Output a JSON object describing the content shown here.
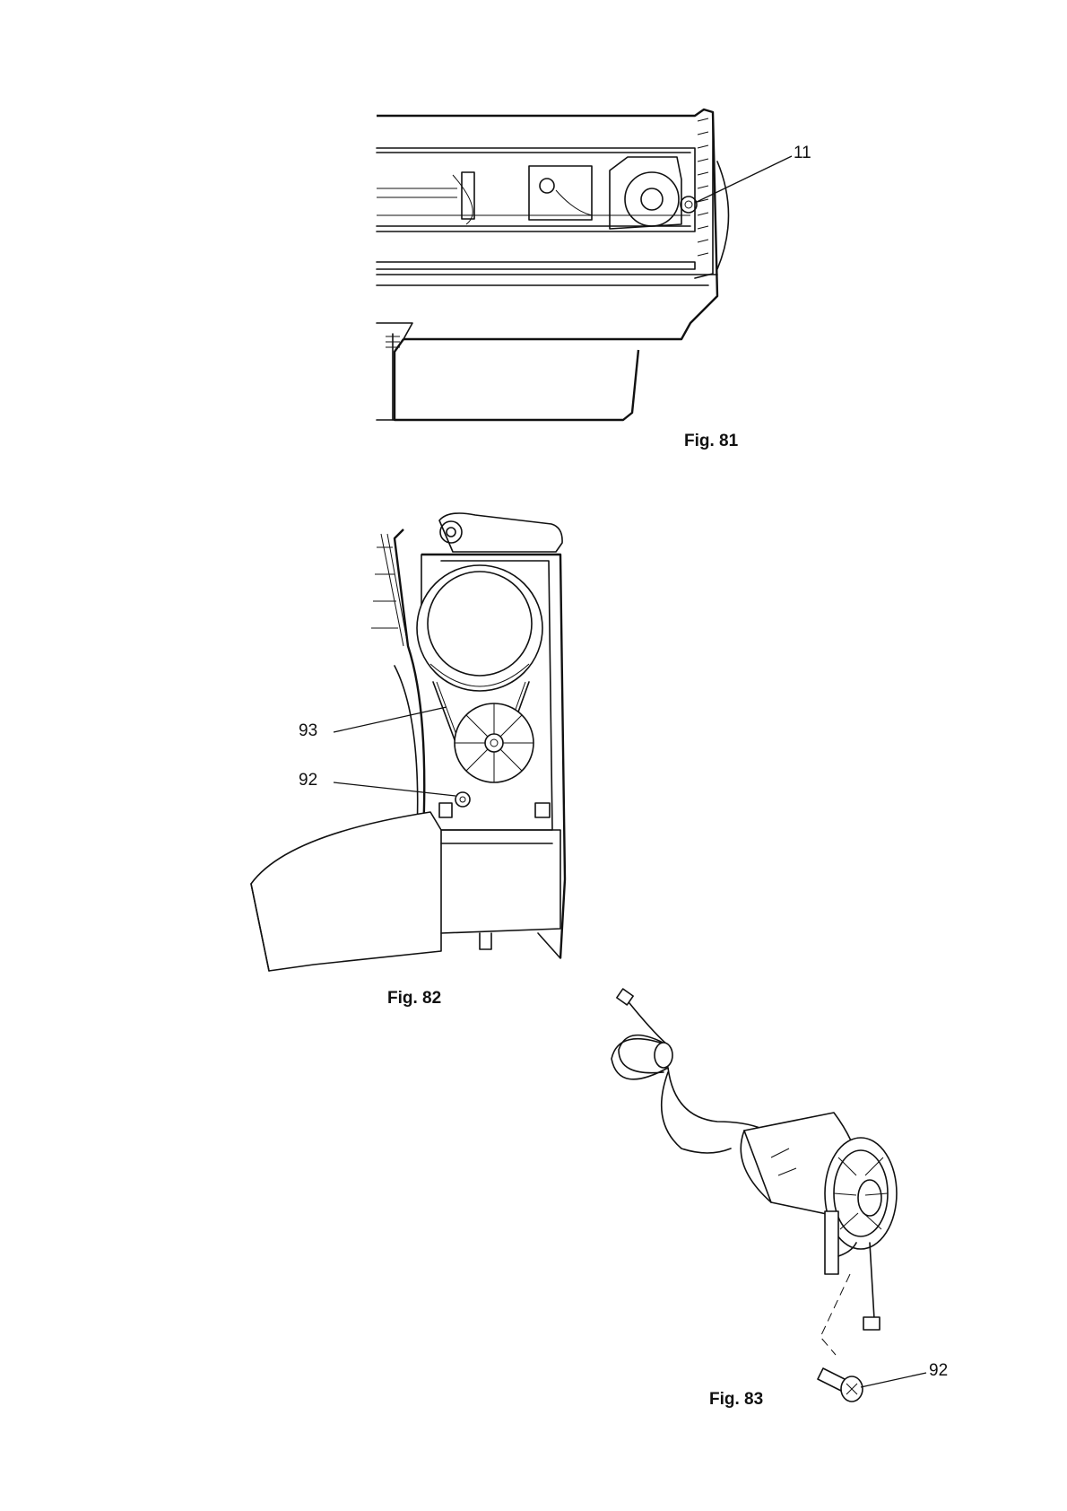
{
  "figures": [
    {
      "id": "fig81",
      "caption": "Fig. 81",
      "callouts": [
        "11"
      ]
    },
    {
      "id": "fig82",
      "caption": "Fig. 82",
      "callouts": [
        "93",
        "92"
      ]
    },
    {
      "id": "fig83",
      "caption": "Fig. 83",
      "callouts": [
        "92"
      ]
    }
  ]
}
